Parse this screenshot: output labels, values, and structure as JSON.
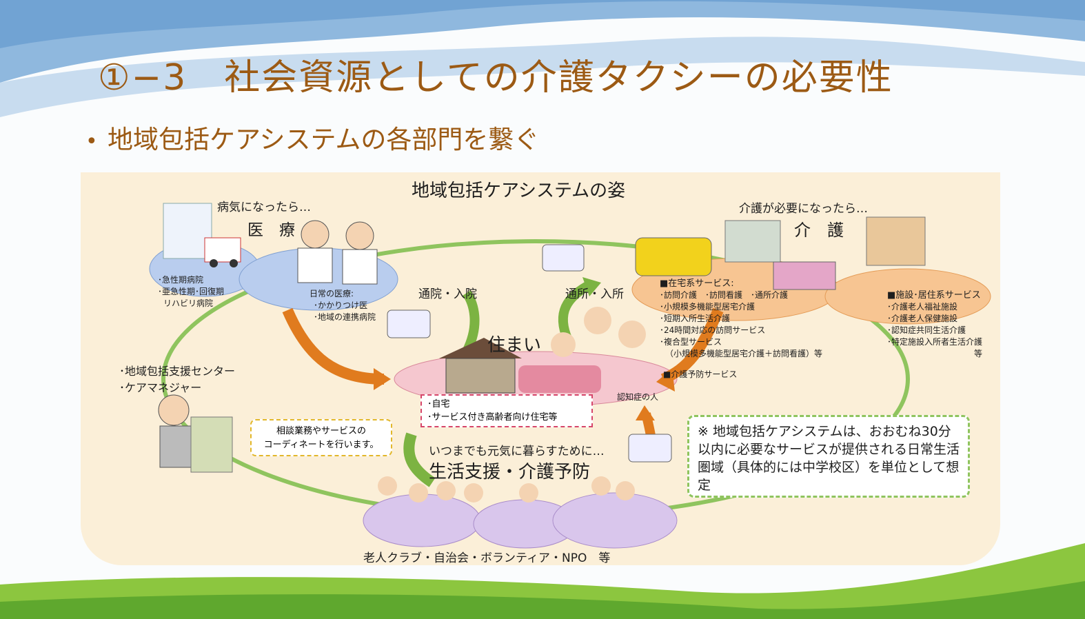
{
  "slide": {
    "title": "①−3　社会資源としての介護タクシーの必要性",
    "bullet": "地域包括ケアシステムの各部門を繋ぐ"
  },
  "diagram": {
    "heading": "地域包括ケアシステムの姿",
    "medical": {
      "trigger": "病気になったら…",
      "label": "医　療",
      "hospitals": [
        "･急性期病院",
        "･亜急性期･回復期",
        "リハビリ病院"
      ],
      "daily": [
        "日常の医療:",
        "･かかりつけ医",
        "･地域の連携病院"
      ]
    },
    "care": {
      "trigger": "介護が必要になったら…",
      "label": "介　護",
      "home_services_title": "■在宅系サービス:",
      "home_services": [
        "･訪問介護　･訪問看護　･通所介護",
        "･小規模多機能型居宅介護",
        "･短期入所生活介護",
        "･24時間対応の訪問サービス",
        "･複合型サービス",
        "（小規模多機能型居宅介護＋訪問看護）等"
      ],
      "prevention": "■介護予防サービス",
      "facility_title": "■施設･居住系サービス",
      "facility": [
        "･介護老人福祉施設",
        "･介護老人保健施設",
        "･認知症共同生活介護",
        "･特定施設入所者生活介護",
        "等"
      ]
    },
    "arrows": {
      "hospital": "通院・入院",
      "facility": "通所・入所"
    },
    "home": {
      "label": "住まい",
      "dementia": "認知症の人",
      "items": [
        "･自宅",
        "･サービス付き高齢者向け住宅等"
      ]
    },
    "support_center": [
      "･地域包括支援センター",
      "･ケアマネジャー"
    ],
    "coordination": [
      "相談業務やサービスの",
      "コーディネートを行います。"
    ],
    "life": {
      "trigger": "いつまでも元気に暮らすために…",
      "label": "生活支援・介護予防",
      "groups": "老人クラブ・自治会・ボランティア・NPO　等"
    },
    "note": "※ 地域包括ケアシステムは、おおむね30分以内に必要なサービスが提供される日常生活圏域（具体的には中学校区）を単位として想定"
  },
  "colors": {
    "title": "#9c5a14",
    "panel": "#fbefd8",
    "medical_oval": "#b9cdee",
    "care_oval": "#f7c592",
    "home_oval": "#f5c7cf",
    "life_oval": "#d9c6ec",
    "green_ring": "#8fc45e",
    "arrow_orange": "#e07b1e",
    "arrow_green": "#7cb342"
  }
}
